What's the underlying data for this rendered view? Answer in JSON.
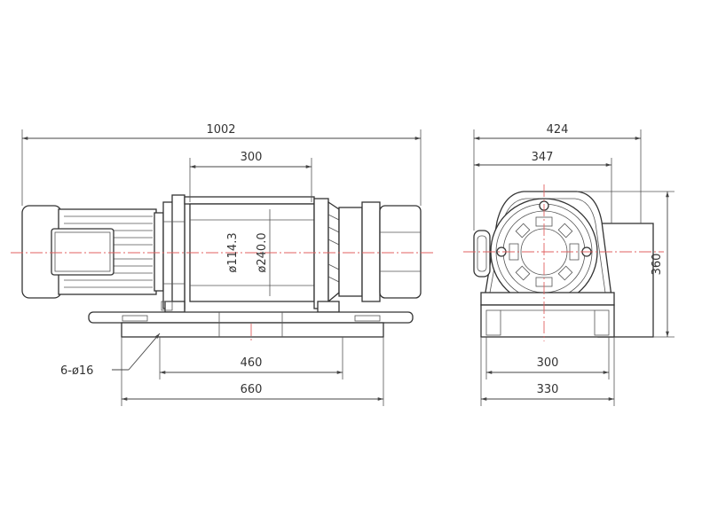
{
  "dimensions": {
    "side_overall_length": "1002",
    "side_drum_length": "300",
    "drum_inner_diameter": "ø114.3",
    "drum_flange_diameter": "ø240.0",
    "mount_holes": "6-ø16",
    "hole_spacing": "460",
    "base_length": "660",
    "end_overall_width": "424",
    "end_inner_width": "347",
    "end_height": "360",
    "end_hole_spacing": "300",
    "end_base_width": "330"
  },
  "colors": {
    "outline": "#333333",
    "centerline": "#e06060"
  }
}
